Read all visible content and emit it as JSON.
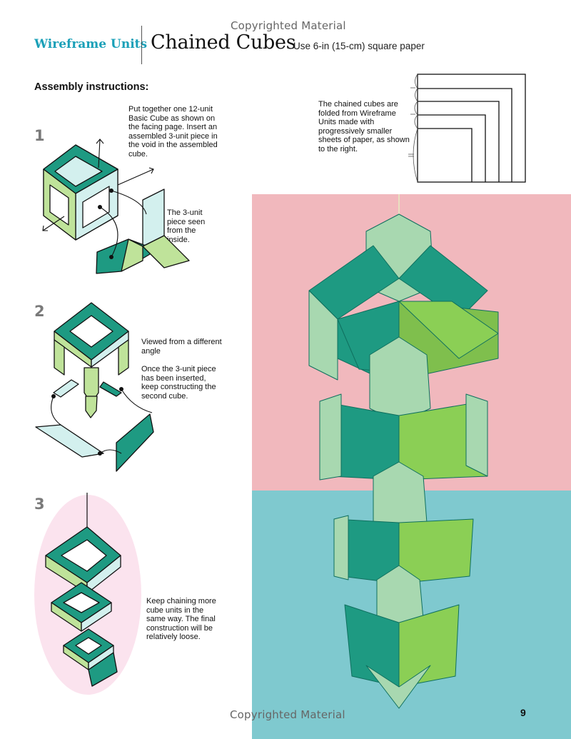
{
  "watermark": {
    "top": "Copyrighted Material",
    "bottom": "Copyrighted Material"
  },
  "header": {
    "section": "Wireframe Units",
    "title": "Chained Cubes",
    "subtitle": "Use 6-in (15-cm) square paper"
  },
  "assembly_heading": "Assembly instructions:",
  "steps": [
    {
      "number": "1",
      "text": "Put together one 12-unit Basic Cube as shown on the facing page. Insert an assembled 3-unit piece in the void in the assembled cube.",
      "callout": "The 3-unit piece seen from the inside."
    },
    {
      "number": "2",
      "text": "Viewed from a different angle",
      "text2": "Once the 3-unit piece has been inserted, keep constructing the second cube."
    },
    {
      "number": "3",
      "text": "Keep chaining more cube units in the same way. The final construction will be relatively loose."
    }
  ],
  "paper_note": "The chained cubes are folded from Wireframe Units made with progressively smaller sheets of paper, as shown to the right.",
  "page_number": "9",
  "colors": {
    "accent": "#1aa0b8",
    "teal": "#1e9a82",
    "light_green": "#bfe39a",
    "pale_cyan": "#d3f0ee",
    "photo_pink": "#f1b8bd",
    "photo_blue": "#7fc9cf",
    "ellipse_pink": "#fbe3ee"
  }
}
